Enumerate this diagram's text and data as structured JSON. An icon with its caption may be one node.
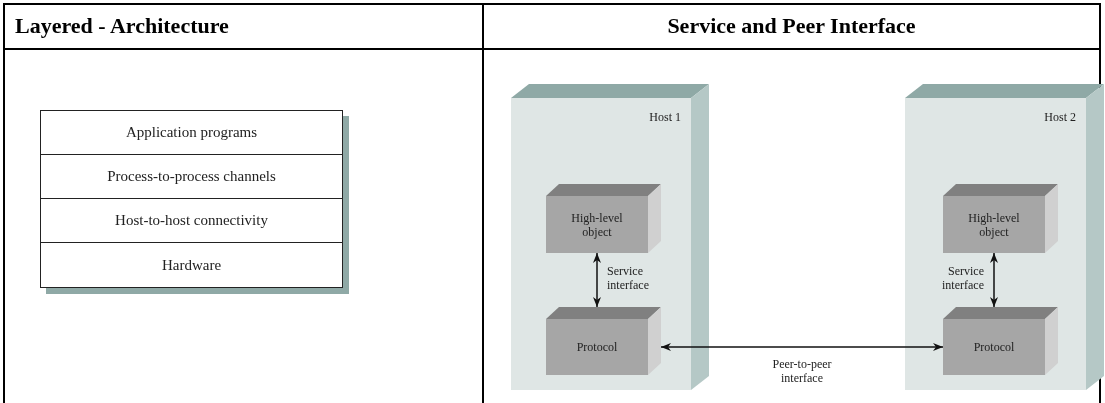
{
  "diagram": {
    "nodes": [
      {
        "text": [
          "Application programs"
        ]
      },
      {
        "text": [
          "Process-to-process channels"
        ]
      },
      {
        "text": [
          "Host-to-host connectivity"
        ]
      },
      {
        "text": [
          "Hardware"
        ]
      },
      {
        "text": [
          "Host 1"
        ]
      },
      {
        "text": [
          "High-level object"
        ],
        "in": 4
      },
      {
        "text": [
          "Protocol"
        ],
        "in": 4
      },
      {
        "text": [
          "Host 2"
        ]
      },
      {
        "text": [
          "High-level object"
        ],
        "in": 7
      },
      {
        "text": [
          "Protocol"
        ],
        "in": 7
      }
    ],
    "edges": [
      {
        "from": 5,
        "to": 6,
        "arrow": "both",
        "label": "Service interface"
      },
      {
        "from": 8,
        "to": 9,
        "arrow": "both",
        "label": "Service interface"
      },
      {
        "from": 6,
        "to": 9,
        "arrow": "both",
        "label": "Peer-to-peer interface"
      }
    ],
    "labels": [
      "Layered - Architecture",
      "Service and Peer Interface"
    ]
  }
}
